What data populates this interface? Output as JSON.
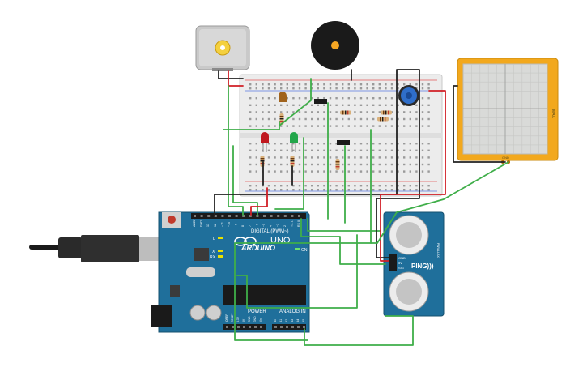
{
  "arduino": {
    "brand": "ARDUINO",
    "model": "UNO",
    "digital_label": "DIGITAL (PWM~)",
    "power_label": "POWER",
    "analog_label": "ANALOG IN",
    "on_label": "ON",
    "tx_label": "TX",
    "rx_label": "RX",
    "l_label": "L",
    "digital_pins": [
      "AREF",
      "GND",
      "13",
      "12",
      "~11",
      "~10",
      "~9",
      "8",
      "7",
      "~6",
      "~5",
      "4",
      "~3",
      "2",
      "TX 1",
      "RX 0"
    ],
    "power_pins": [
      "IOREF",
      "RESET",
      "3.3V",
      "5V",
      "GND",
      "GND",
      "Vin"
    ],
    "analog_pins": [
      "A0",
      "A1",
      "A2",
      "A3",
      "A4",
      "A5"
    ]
  },
  "sensor": {
    "name": "PING)))",
    "pins": [
      "GND",
      "5V",
      "SIG"
    ],
    "side_label": "PARALLAX"
  },
  "lcd": {
    "side_label": "MAX",
    "bottom_label": "GND"
  },
  "colors": {
    "board": "#1f6f9b",
    "breadboard": "#ececec",
    "wire_green": "#3fae49",
    "wire_black": "#222222",
    "wire_red": "#d11f26",
    "scope_frame": "#f2a81d",
    "led_red": "#c0181f",
    "led_green": "#22a64a",
    "resistor": "#d9b07a"
  },
  "icons": [
    "dc-motor-icon",
    "piezo-buzzer-icon",
    "usb-cable-icon",
    "potentiometer-icon",
    "oscilloscope-icon",
    "ultrasonic-sensor-icon"
  ]
}
